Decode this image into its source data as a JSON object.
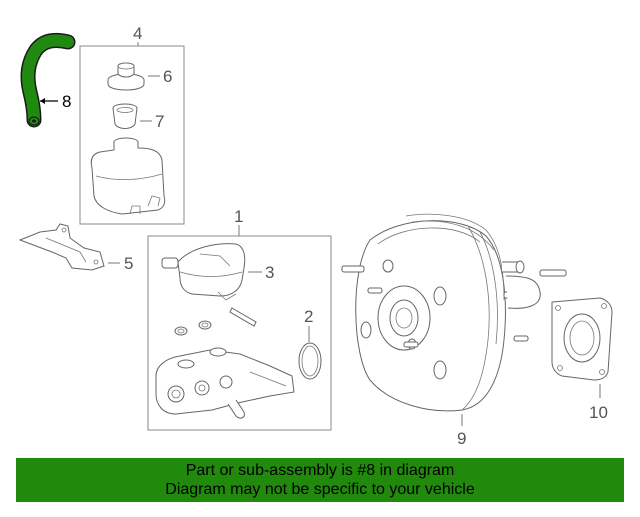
{
  "callouts": {
    "c1": "1",
    "c2": "2",
    "c3": "3",
    "c4": "4",
    "c5": "5",
    "c6": "6",
    "c7": "7",
    "c8": "8",
    "c9": "9",
    "c10": "10"
  },
  "highlighted_part": "8",
  "colors": {
    "highlight": "#1f8a0f",
    "banner_bg": "#218a0d",
    "line": "#777777"
  },
  "banner": {
    "line1": "Part or sub-assembly is #8 in diagram",
    "line2": "Diagram may not be specific to your vehicle"
  }
}
